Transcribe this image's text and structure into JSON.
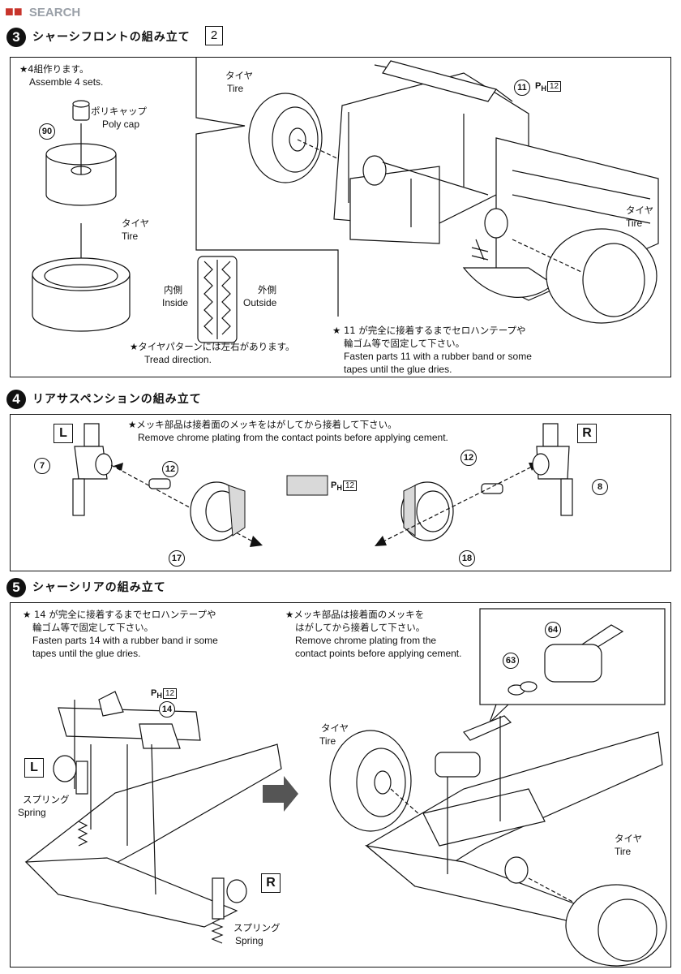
{
  "watermark": {
    "logo": "■■",
    "text": "SEARCH"
  },
  "step3": {
    "number": "3",
    "title": "シャーシフロントの組み立て",
    "sub_number": "2",
    "assemble_jp": "★4組作ります。",
    "assemble_en": "Assemble 4 sets.",
    "polycap_jp": "ポリキャップ",
    "polycap_en": "Poly cap",
    "part_90": "90",
    "tire_jp": "タイヤ",
    "tire_en": "Tire",
    "inside_jp": "内側",
    "inside_en": "Inside",
    "outside_jp": "外側",
    "outside_en": "Outside",
    "tread_jp": "★タイヤパターンには左右があります。",
    "tread_en": "Tread direction.",
    "part_11": "11",
    "ph_prefix": "P",
    "ph_sub": "H",
    "ph_num": "12",
    "tire_top_jp": "タイヤ",
    "tire_top_en": "Tire",
    "tire_right_jp": "タイヤ",
    "tire_right_en": "Tire",
    "fasten_jp1": "★ 11 が完全に接着するまでセロハンテープや",
    "fasten_jp2": "輪ゴム等で固定して下さい。",
    "fasten_en1": "Fasten parts 11 with a rubber band or some",
    "fasten_en2": "tapes until the glue dries."
  },
  "step4": {
    "number": "4",
    "title": "リアサスペンションの組み立て",
    "chrome_jp": "★メッキ部品は接着面のメッキをはがしてから接着して下さい。",
    "chrome_en": "Remove chrome plating from the contact points before applying cement.",
    "left": "L",
    "right": "R",
    "part_7": "7",
    "part_8": "8",
    "part_12a": "12",
    "part_12b": "12",
    "part_17": "17",
    "part_18": "18",
    "ph_num": "12"
  },
  "step5": {
    "number": "5",
    "title": "シャーシリアの組み立て",
    "fasten_jp1": "★ 14 が完全に接着するまでセロハンテープや",
    "fasten_jp2": "輪ゴム等で固定して下さい。",
    "fasten_en1": "Fasten parts 14 with a rubber band ir some",
    "fasten_en2": "tapes until the glue dries.",
    "chrome_jp1": "★メッキ部品は接着面のメッキを",
    "chrome_jp2": "はがしてから接着して下さい。",
    "chrome_en1": "Remove chrome plating from the",
    "chrome_en2": "contact points before applying cement.",
    "part_14": "14",
    "part_63": "63",
    "part_64": "64",
    "ph_num": "12",
    "left": "L",
    "right": "R",
    "spring_jp": "スプリング",
    "spring_en": "Spring",
    "spring2_jp": "スプリング",
    "spring2_en": "Spring",
    "tire_jp": "タイヤ",
    "tire_en": "Tire",
    "tire2_jp": "タイヤ",
    "tire2_en": "Tire"
  }
}
